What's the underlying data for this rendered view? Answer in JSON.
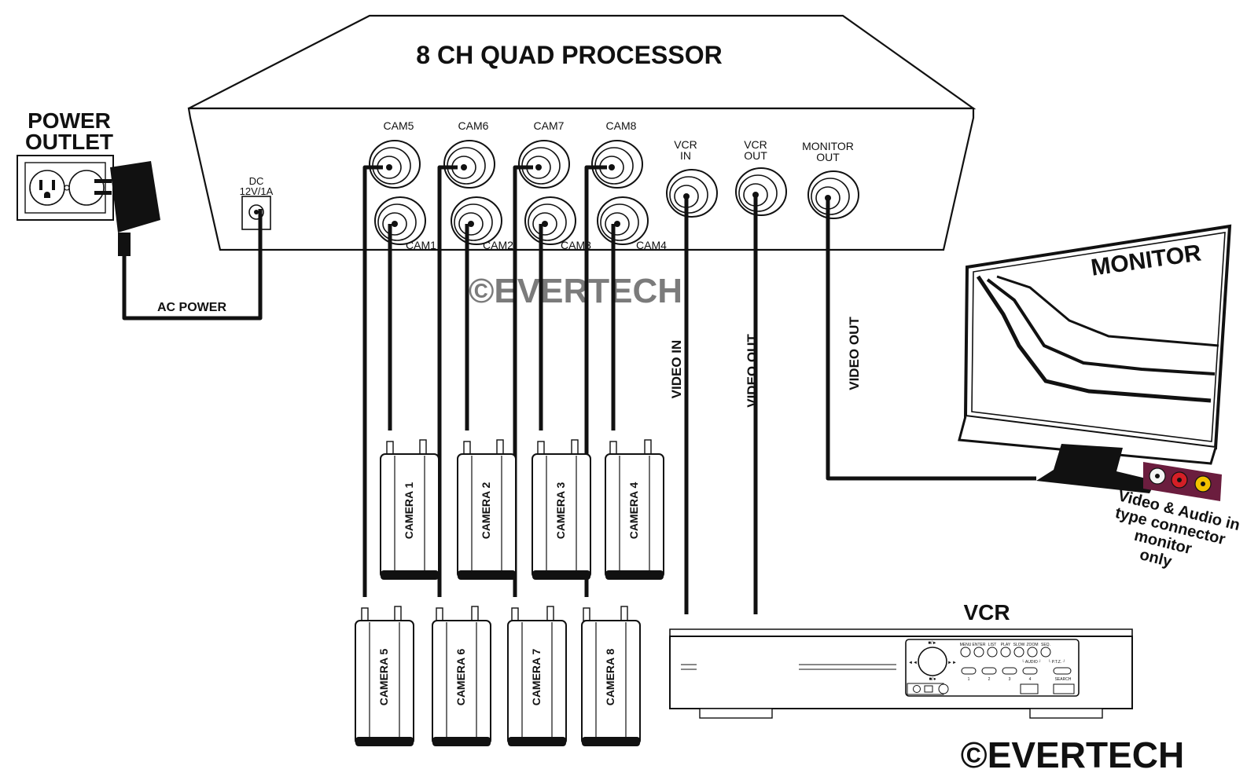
{
  "title": "8 CH QUAD PROCESSOR",
  "power": {
    "outlet_line1": "POWER",
    "outlet_line2": "OUTLET",
    "ac_power": "AC POWER",
    "dc_line1": "DC",
    "dc_line2": "12V/1A"
  },
  "ports": {
    "top_row": [
      "CAM5",
      "CAM6",
      "CAM7",
      "CAM8"
    ],
    "bottom_row": [
      "CAM1",
      "CAM2",
      "CAM3",
      "CAM4"
    ],
    "vcr_in": [
      "VCR",
      "IN"
    ],
    "vcr_out": [
      "VCR",
      "OUT"
    ],
    "monitor_out": [
      "MONITOR",
      "OUT"
    ]
  },
  "cables": {
    "video_in": "VIDEO IN",
    "video_out_vcr": "VIDEO OUT",
    "video_out_monitor": "VIDEO OUT"
  },
  "cameras": {
    "row1": [
      "CAMERA 1",
      "CAMERA 2",
      "CAMERA 3",
      "CAMERA 4"
    ],
    "row2": [
      "CAMERA 5",
      "CAMERA 6",
      "CAMERA 7",
      "CAMERA 8"
    ]
  },
  "monitor": {
    "label": "MONITOR",
    "connector_note": [
      "Video & Audio in",
      "type connector",
      "monitor",
      "only"
    ]
  },
  "vcr": {
    "label": "VCR",
    "buttons": [
      "MENU",
      "ENTER",
      "LIST",
      "PLAY",
      "SLOW",
      "ZOOM",
      "SEQ."
    ],
    "sub_labels": [
      "└ AUDIO ┘",
      "└ P.T.Z. ┘"
    ],
    "numbers": [
      "1",
      "2",
      "3",
      "4"
    ],
    "search": "SEARCH"
  },
  "watermark": "©EVERTECH",
  "brand": "©EVERTECH",
  "colors": {
    "line": "#111111",
    "connector_body": "#6b1d3e",
    "jack_white": "#f4f4f4",
    "jack_red": "#d41f26",
    "jack_yellow": "#f2c200",
    "watermark": "#9a9a9a"
  }
}
